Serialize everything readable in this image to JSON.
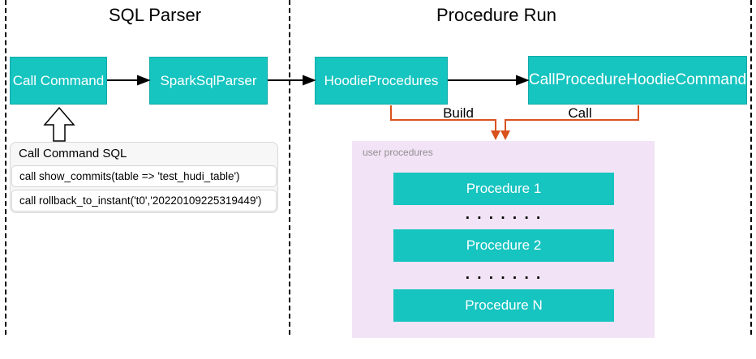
{
  "colors": {
    "node_teal": "#16c4c0",
    "procedures_panel_pink": "#f3e3f6",
    "edge_orange": "#d9521d",
    "sql_panel_gray": "#f7f7f7"
  },
  "sections": {
    "sql_parser": {
      "title": "SQL Parser"
    },
    "procedure_run": {
      "title": "Procedure Run"
    }
  },
  "nodes": {
    "call_command": "Call Command",
    "spark_sql_parser": "SparkSqlParser",
    "hoodie_procedures": "HoodieProcedures",
    "call_procedure_hoodie_command": "CallProcedureHoodieCommand"
  },
  "edges": {
    "build_label": "Build",
    "call_label": "Call"
  },
  "sql_panel": {
    "title": "Call Command SQL",
    "lines": [
      "call show_commits(table => 'test_hudi_table')",
      "call rollback_to_instant('t0','20220109225319449')"
    ]
  },
  "user_procedures": {
    "label": "user procedures",
    "items": [
      "Procedure 1",
      "Procedure 2",
      "Procedure N"
    ],
    "separator": ". . . . . . ."
  }
}
